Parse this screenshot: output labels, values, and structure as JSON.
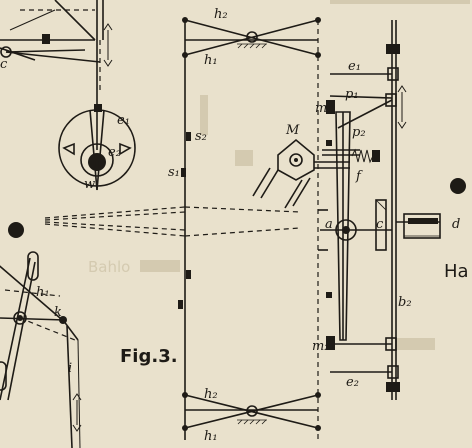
{
  "figure": {
    "caption": "Fig.3.",
    "top_right_fragment": "Ha",
    "colors": {
      "paper": "#e9e1cc",
      "ink": "#1e1b16",
      "faint_print": "#c9bfa6"
    },
    "labels": {
      "h2_top": "h₂",
      "h1_top": "h₁",
      "s2": "s₂",
      "s1": "s₁",
      "M": "M",
      "e1_right": "e₁",
      "m1": "m₁",
      "p1": "p₁",
      "p2": "p₂",
      "f": "f",
      "a": "a",
      "c": "c",
      "d": "d",
      "b2": "b₂",
      "m2": "m₂",
      "e2_right": "e₂",
      "h2_bottom": "h₂",
      "h1_bottom": "h₁",
      "c_left": "c",
      "e1_left": "e₁",
      "e2_left": "e₂",
      "w": "w",
      "h1_left": "h₁",
      "k": "k",
      "i": "i"
    }
  }
}
